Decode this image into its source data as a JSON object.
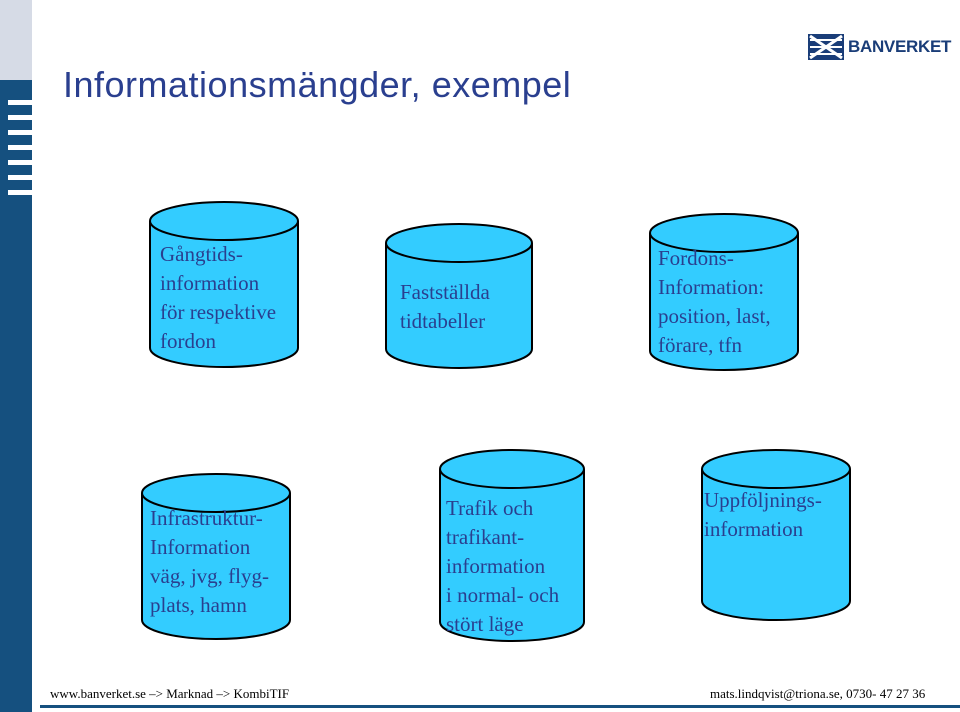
{
  "slide": {
    "title": "Informationsmängder, exempel",
    "logo_text": "BANVERKET",
    "colors": {
      "accent": "#15507f",
      "cylinder_fill": "#33ccff",
      "text": "#2a3f8f"
    }
  },
  "cylinders": [
    {
      "id": "gangtid",
      "text": "Gångtids-\ninformation\nför respektive\nfordon"
    },
    {
      "id": "faststallda",
      "text": "Fastställda\ntidtabeller"
    },
    {
      "id": "fordons",
      "text": "Fordons-\nInformation:\nposition, last,\nförare, tfn"
    },
    {
      "id": "infrastruktur",
      "text": "Infrastruktur-\nInformation\nväg, jvg, flyg-\nplats, hamn"
    },
    {
      "id": "trafik",
      "text": "Trafik och\ntrafikant-\ninformation\ni normal- och\nstört läge"
    },
    {
      "id": "uppfoljning",
      "text": "Uppföljnings-\ninformation"
    }
  ],
  "footer": {
    "left": "www.banverket.se –> Marknad –> KombiTIF",
    "right": "mats.lindqvist@triona.se, 0730- 47 27 36"
  }
}
